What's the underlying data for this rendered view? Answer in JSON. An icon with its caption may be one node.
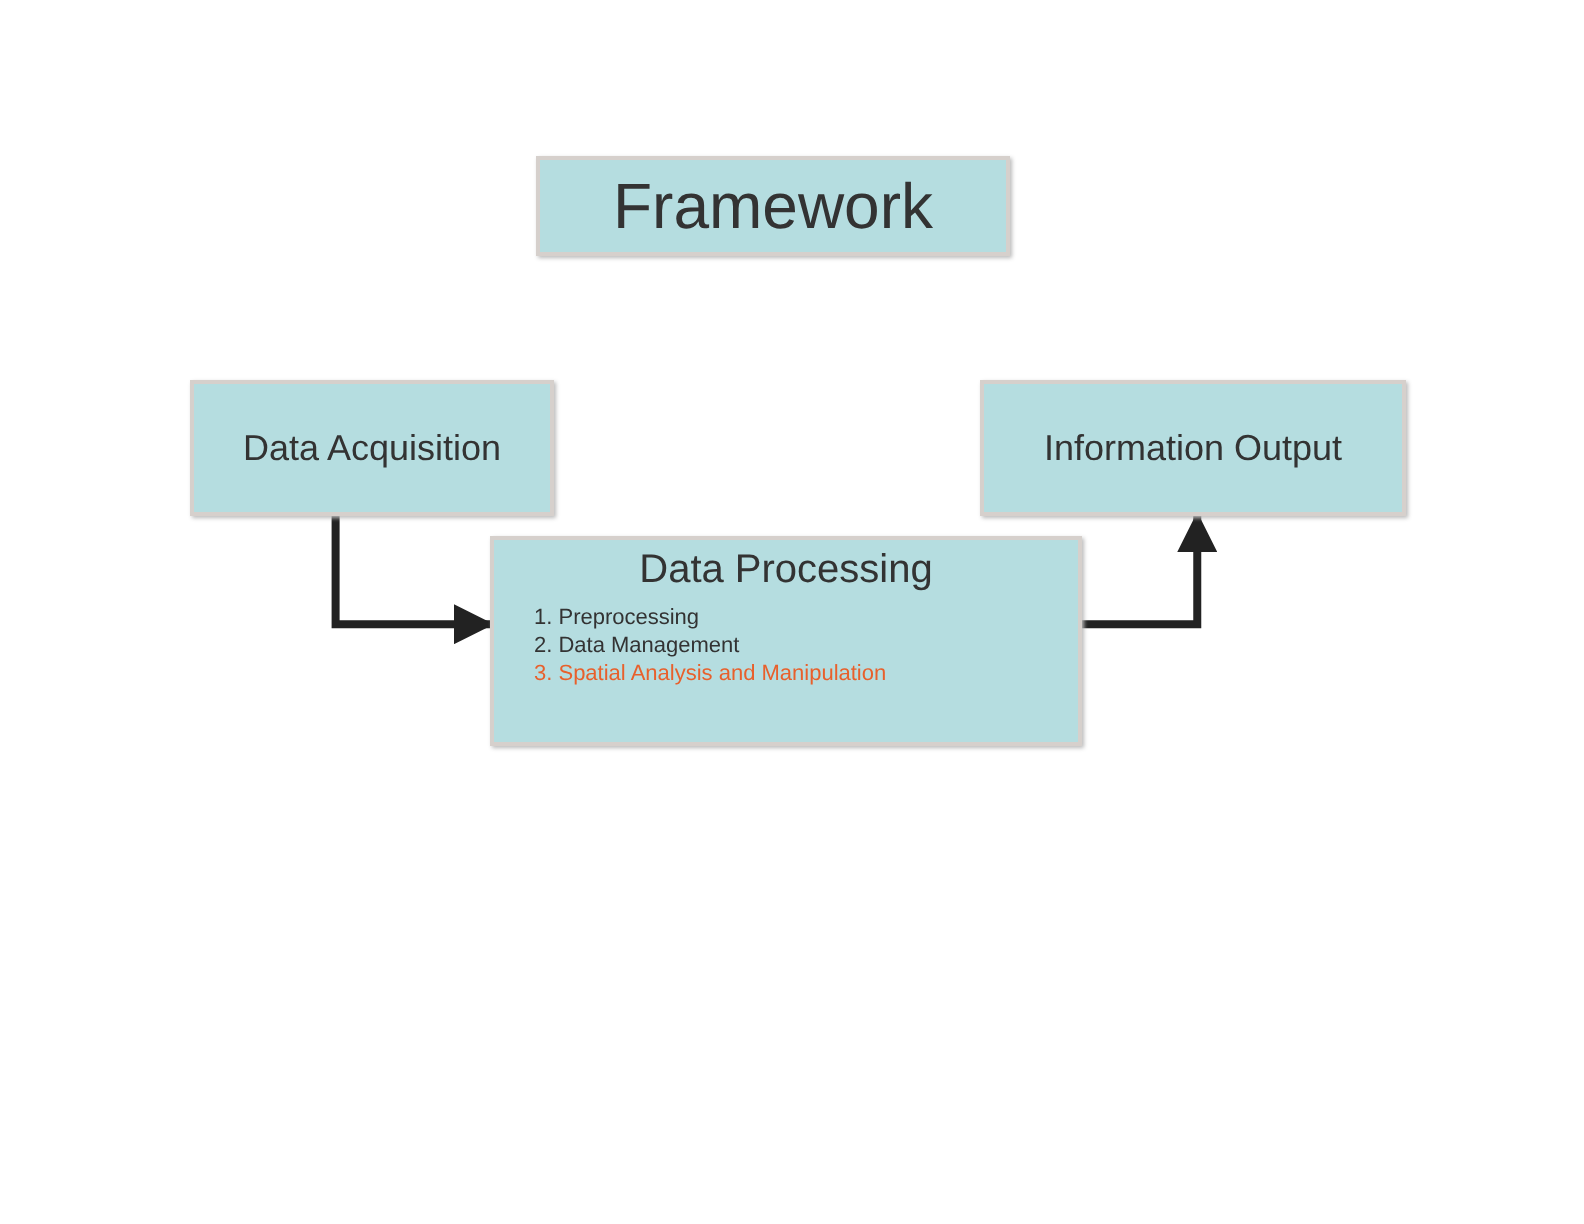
{
  "diagram": {
    "nodes": [
      {
        "text": [
          "Framework"
        ]
      },
      {
        "text": [
          "Data Acquisition"
        ]
      },
      {
        "text": [
          "Information Output"
        ]
      },
      {
        "text": [
          "Data Processing",
          "1. Preprocessing",
          "2. Data Management",
          "3. Spatial Analysis and Manipulation"
        ]
      }
    ],
    "edges": [
      {
        "from": 1,
        "to": 3,
        "arrow": "to"
      },
      {
        "from": 3,
        "to": 2,
        "arrow": "to"
      }
    ]
  }
}
